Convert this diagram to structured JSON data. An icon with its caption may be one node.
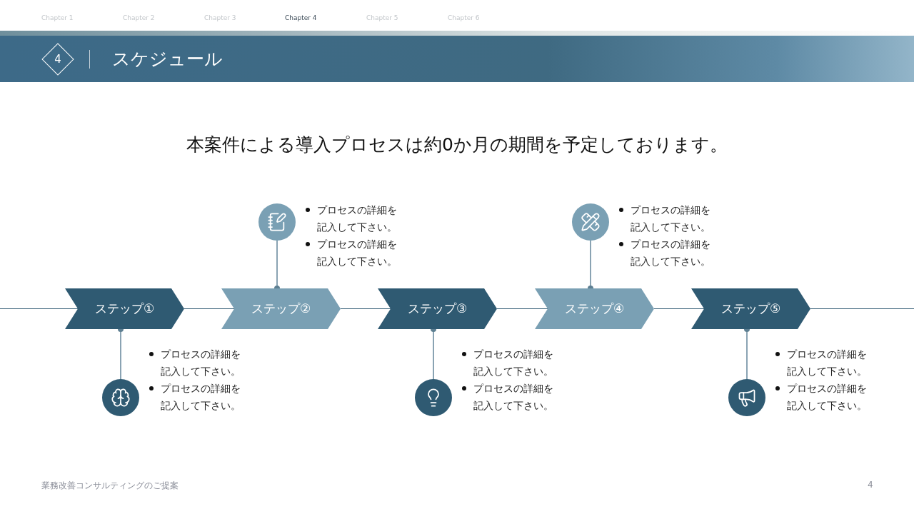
{
  "diagram": {
    "nodes": [
      {
        "text": [
          "スケジュール"
        ]
      },
      {
        "text": [
          "4"
        ],
        "in": 0
      },
      {
        "text": [
          "ステップ①"
        ]
      },
      {
        "text": [
          "ステップ②"
        ]
      },
      {
        "text": [
          "ステップ③"
        ]
      },
      {
        "text": [
          "ステップ④"
        ]
      },
      {
        "text": [
          "ステップ⑤"
        ]
      },
      {
        "text": [],
        "shape": "circle",
        "beside": [
          "プロセスの詳細を記入して下さい。",
          "プロセスの詳細を記入して下さい。"
        ]
      },
      {
        "text": [],
        "shape": "circle",
        "beside": [
          "プロセスの詳細を記入して下さい。",
          "プロセスの詳細を記入して下さい。"
        ]
      },
      {
        "text": [],
        "shape": "circle",
        "beside": [
          "プロセスの詳細を記入して下さい。",
          "プロセスの詳細を記入して下さい。"
        ]
      },
      {
        "text": [],
        "shape": "circle",
        "beside": [
          "プロセスの詳細を記入して下さい。",
          "プロセスの詳細を記入して下さい。"
        ]
      },
      {
        "text": [],
        "shape": "circle",
        "beside": [
          "プロセスの詳細を記入して下さい。",
          "プロセスの詳細を記入して下さい。"
        ]
      }
    ],
    "edges": [
      {
        "from": null,
        "to": 2,
        "arrow": "none"
      },
      {
        "from": 2,
        "to": 3,
        "arrow": "none"
      },
      {
        "from": 3,
        "to": 4,
        "arrow": "none"
      },
      {
        "from": 4,
        "to": 5,
        "arrow": "none"
      },
      {
        "from": 5,
        "to": 6,
        "arrow": "none"
      },
      {
        "from": 6,
        "to": null,
        "arrow": "none"
      },
      {
        "from": 7,
        "to": 2,
        "arrow": "other",
        "color": "#8aa3b3"
      },
      {
        "from": 8,
        "to": 3,
        "arrow": "other",
        "color": "#8aa3b3"
      },
      {
        "from": 9,
        "to": 4,
        "arrow": "other",
        "color": "#8aa3b3"
      },
      {
        "from": 10,
        "to": 5,
        "arrow": "other",
        "color": "#8aa3b3"
      },
      {
        "from": 11,
        "to": 6,
        "arrow": "other",
        "color": "#8aa3b3"
      }
    ],
    "labels": [
      "Chapter 1",
      "Chapter 2",
      "Chapter 3",
      "Chapter 4",
      "Chapter 5",
      "Chapter 6",
      "本案件による導入プロセスは約0か月の期間を予定しております。",
      "業務改善コンサルティングのご提案",
      "4"
    ]
  }
}
